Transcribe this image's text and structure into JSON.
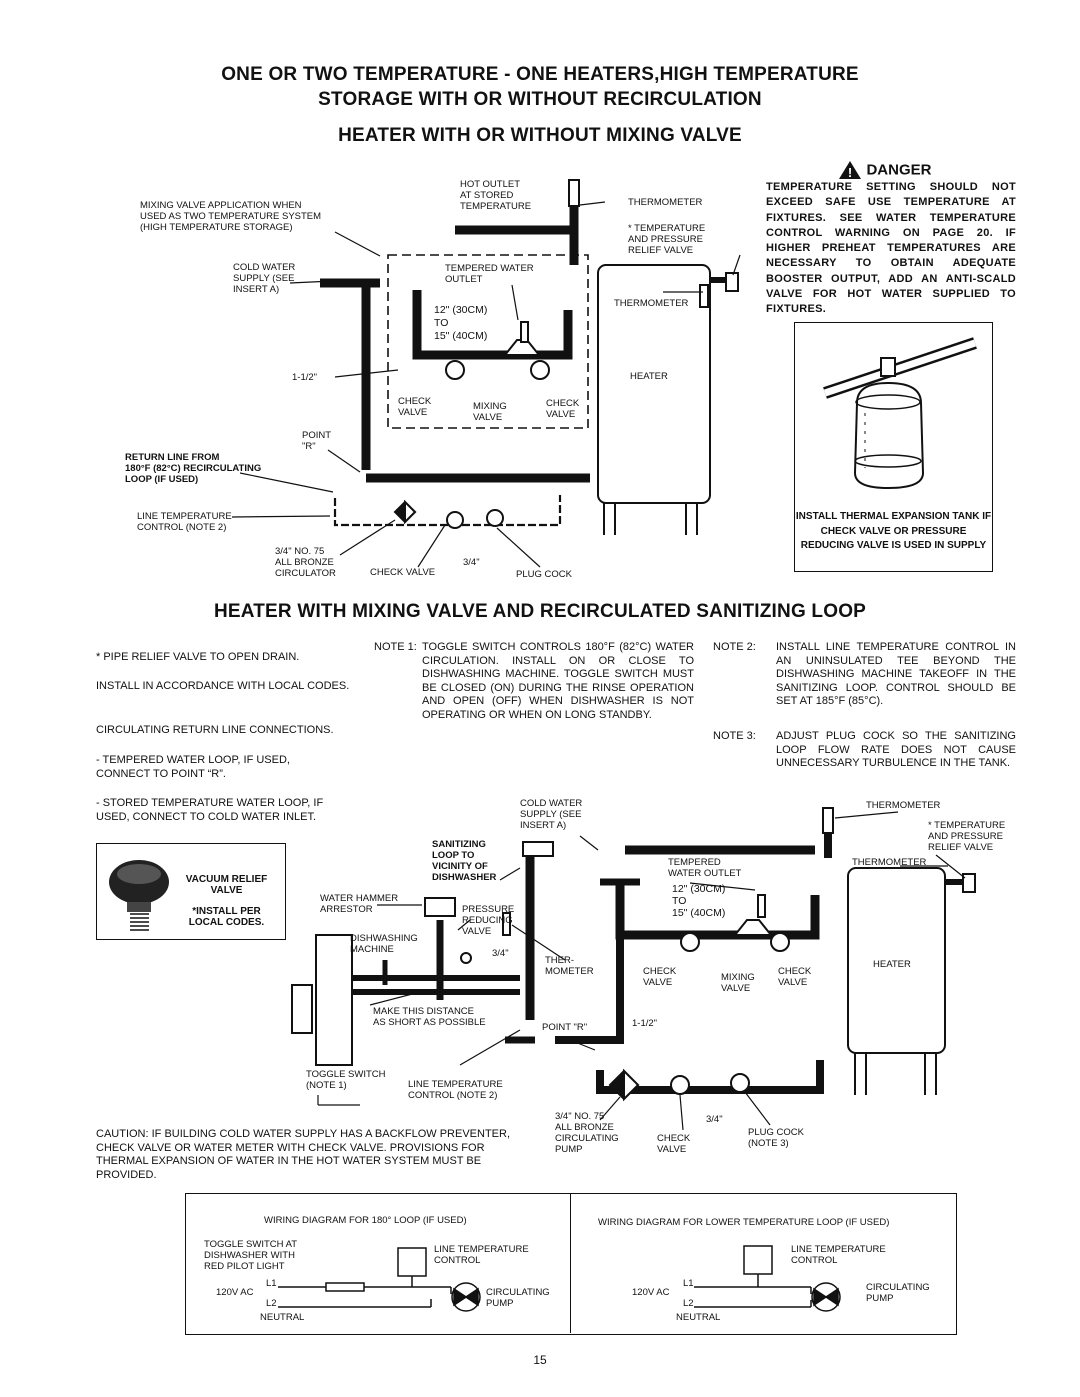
{
  "titles": {
    "line1": "ONE OR TWO TEMPERATURE - ONE HEATERS,HIGH TEMPERATURE",
    "line2": "STORAGE WITH OR WITHOUT RECIRCULATION",
    "line3": "HEATER WITH OR WITHOUT MIXING VALVE",
    "section2": "HEATER WITH MIXING VALVE AND RECIRCULATED SANITIZING LOOP"
  },
  "danger": {
    "heading": "DANGER",
    "text": "TEMPERATURE SETTING SHOULD NOT EXCEED SAFE USE TEMPERATURE AT FIXTURES. SEE WATER TEMPERATURE CONTROL WARNING ON PAGE 20. IF HIGHER PREHEAT TEMPERATURES ARE NECESSARY TO OBTAIN ADEQUATE BOOSTER OUTPUT, ADD AN ANTI-SCALD VALVE FOR HOT WATER SUPPLIED TO FIXTURES.",
    "tank_caption": "INSTALL THERMAL EXPANSION TANK IF CHECK VALVE OR PRESSURE REDUCING VALVE IS USED IN SUPPLY"
  },
  "diagram1": {
    "mixing_app": "MIXING VALVE APPLICATION WHEN\nUSED AS TWO TEMPERATURE SYSTEM\n(HIGH TEMPERATURE STORAGE)",
    "hot_outlet": "HOT OUTLET\nAT STORED\nTEMPERATURE",
    "thermometer_top": "THERMOMETER",
    "tp_relief": "* TEMPERATURE\nAND PRESSURE\nRELIEF VALVE",
    "cold_water": "COLD WATER\nSUPPLY (SEE\nINSERT A)",
    "tempered_outlet": "TEMPERED WATER\nOUTLET",
    "thermometer_mid": "THERMOMETER",
    "dist_12": "12\" (30cm)",
    "dist_to": "TO",
    "dist_15": "15\" (40cm)",
    "pipe_size": "1-1/2\"",
    "heater": "HEATER",
    "check_valve_l": "CHECK\nVALVE",
    "mixing_valve": "MIXING\nVALVE",
    "check_valve_r": "CHECK\nVALVE",
    "point_r": "POINT\n\"R\"",
    "return_line": "RETURN LINE FROM\n180°F (82°C) RECIRCULATING\nLOOP (IF USED)",
    "line_temp": "LINE TEMPERATURE\nCONTROL (NOTE 2)",
    "circulator": "3/4\" NO. 75\nALL BRONZE\nCIRCULATOR",
    "check_valve_b": "CHECK VALVE",
    "size_34": "3/4\"",
    "plug_cock": "PLUG COCK"
  },
  "notes": {
    "left1": "* PIPE RELIEF VALVE TO OPEN  DRAIN.",
    "left2": "INSTALL IN ACCORDANCE  WITH   LOCAL CODES.",
    "left3": "CIRCULATING RETURN LINE  CONNECTIONS.",
    "left4": "- TEMPERED WATER LOOP, IF USED,\n  CONNECT TO POINT “R”.",
    "left5": "- STORED TEMPERATURE WATER LOOP, IF\n  USED, CONNECT TO COLD  WATER INLET.",
    "note1_label": "NOTE 1:",
    "note1": "TOGGLE SWITCH CONTROLS 180°F (82°C) WATER CIRCULATION. INSTALL ON OR CLOSE TO DISHWASHING MACHINE. TOGGLE SWITCH MUST BE CLOSED (ON) DURING THE RINSE OPERATION AND OPEN (OFF) WHEN DISHWASHER IS NOT OPERATING OR WHEN ON LONG STANDBY.",
    "note2_label": "NOTE 2:",
    "note2": "INSTALL LINE TEMPERATURE CONTROL IN AN UNINSULATED TEE BEYOND THE DISHWASHING MACHINE TAKEOFF IN THE SANITIZING LOOP. CONTROL SHOULD BE SET AT 185°F (85°C).",
    "note3_label": "NOTE 3:",
    "note3": "ADJUST PLUG COCK SO THE SANITIZING LOOP FLOW RATE DOES NOT CAUSE UNNECESSARY TURBULENCE IN THE TANK."
  },
  "vacuum": {
    "title": "VACUUM RELIEF\nVALVE",
    "install": "*INSTALL PER\nLOCAL CODES."
  },
  "diagram2": {
    "cold_water": "COLD WATER\nSUPPLY (SEE\nINSERT A)",
    "thermometer_top": "THERMOMETER",
    "tp_relief": "* TEMPERATURE\nAND PRESSURE\nRELIEF VALVE",
    "sanitizing": "SANITIZING\nLOOP TO\nVICINITY OF\nDISHWASHER",
    "tempered": "TEMPERED\nWATER OUTLET",
    "thermometer_mid": "THERMOMETER",
    "dist_12": "12\" (30cm)",
    "dist_to": "TO",
    "dist_15": "15\" (40cm)",
    "hammer": "WATER HAMMER\nARRESTOR",
    "prv": "PRESSURE\nREDUCING\nVALVE",
    "dishwashing": "DISHWASHING\nMACHINE",
    "size_34a": "3/4\"",
    "ther_mometer": "THER-\nMOMETER",
    "check_l": "CHECK\nVALVE",
    "mixing": "MIXING\nVALVE",
    "check_r": "CHECK\nVALVE",
    "heater": "HEATER",
    "distance": "MAKE THIS DISTANCE\nAS SHORT AS POSSIBLE",
    "point_r": "POINT \"R\"",
    "pipe_size": "1-1/2\"",
    "toggle": "TOGGLE SWITCH\n(NOTE 1)",
    "line_temp": "LINE TEMPERATURE\nCONTROL (NOTE 2)",
    "pump": "3/4\" NO. 75\nALL BRONZE\nCIRCULATING\nPUMP",
    "check_b": "CHECK\nVALVE",
    "size_34b": "3/4\"",
    "plug_cock": "PLUG COCK\n(NOTE 3)"
  },
  "caution": "CAUTION: IF BUILDING COLD WATER SUPPLY HAS A BACKFLOW PREVENTER, CHECK VALVE OR WATER METER WITH CHECK VALVE. PROVISIONS FOR THERMAL EXPANSION OF WATER IN THE HOT WATER SYSTEM MUST BE PROVIDED.",
  "wiring": {
    "left_title": "WIRING DIAGRAM FOR 180° LOOP (IF USED)",
    "right_title": "WIRING DIAGRAM FOR LOWER TEMPERATURE LOOP (IF USED)",
    "toggle": "TOGGLE SWITCH AT\nDISHWASHER WITH\nRED PILOT LIGHT",
    "line_temp": "LINE TEMPERATURE\nCONTROL",
    "ac": "120V AC",
    "l1": "L1",
    "l2": "L2",
    "neutral": "NEUTRAL",
    "pump": "CIRCULATING\nPUMP"
  },
  "page_number": "15"
}
